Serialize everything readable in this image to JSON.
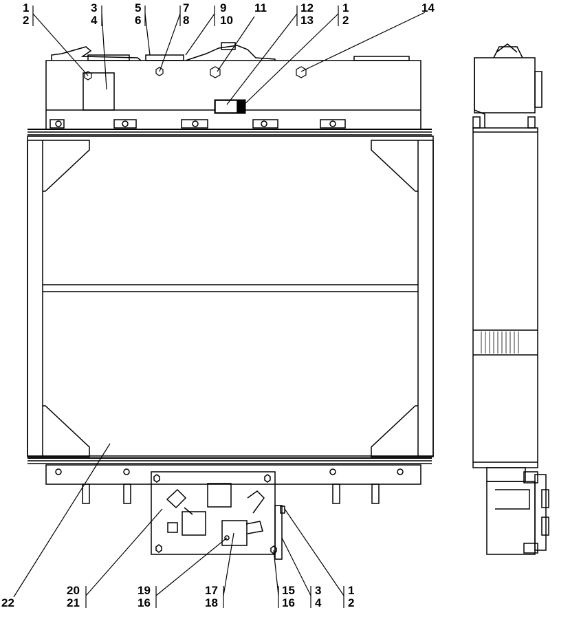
{
  "labels": {
    "tl_1": "1",
    "tl_2": "2",
    "t_3": "3",
    "t_4": "4",
    "t_5": "5",
    "t_6": "6",
    "t_7": "7",
    "t_8": "8",
    "t_9": "9",
    "t_10": "10",
    "t_11": "11",
    "t_12": "12",
    "t_13": "13",
    "tr_1": "1",
    "tr_2": "2",
    "t_14": "14",
    "b_22": "22",
    "b_20": "20",
    "b_21": "21",
    "b_19": "19",
    "b_16a": "16",
    "b_17": "17",
    "b_18": "18",
    "b_15": "15",
    "b_16b": "16",
    "b_3": "3",
    "b_4": "4",
    "b_1": "1",
    "b_2": "2"
  }
}
